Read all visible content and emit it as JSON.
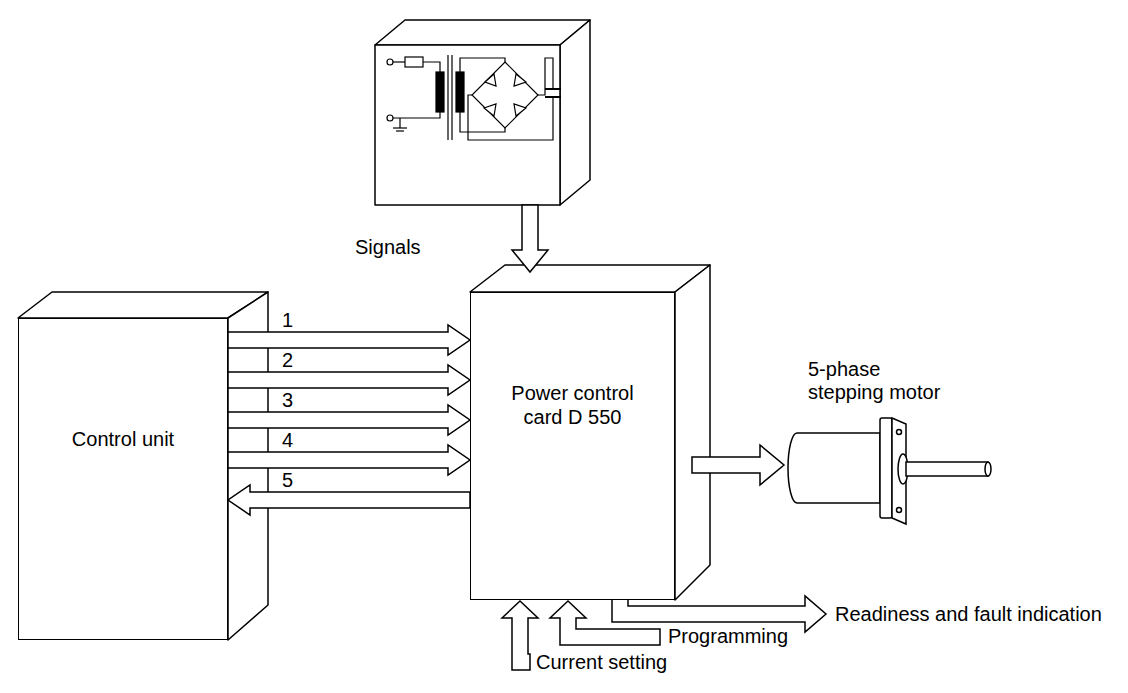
{
  "diagram": {
    "nodes": [
      {
        "text": [
          "Control unit"
        ]
      },
      {
        "text": [
          "Power control card D 550"
        ]
      }
    ],
    "edges": [
      {
        "from": 0,
        "to": 1,
        "arrow": "to",
        "label": "1"
      },
      {
        "from": 0,
        "to": 1,
        "arrow": "to",
        "label": "2"
      },
      {
        "from": 0,
        "to": 1,
        "arrow": "to",
        "label": "3"
      },
      {
        "from": 0,
        "to": 1,
        "arrow": "to",
        "label": "4"
      },
      {
        "from": 1,
        "to": 0,
        "arrow": "to",
        "label": "5"
      }
    ],
    "labels": [
      "Signals",
      "5-phase stepping motor",
      "Readiness and fault indication",
      "Programming",
      "Current setting"
    ]
  }
}
